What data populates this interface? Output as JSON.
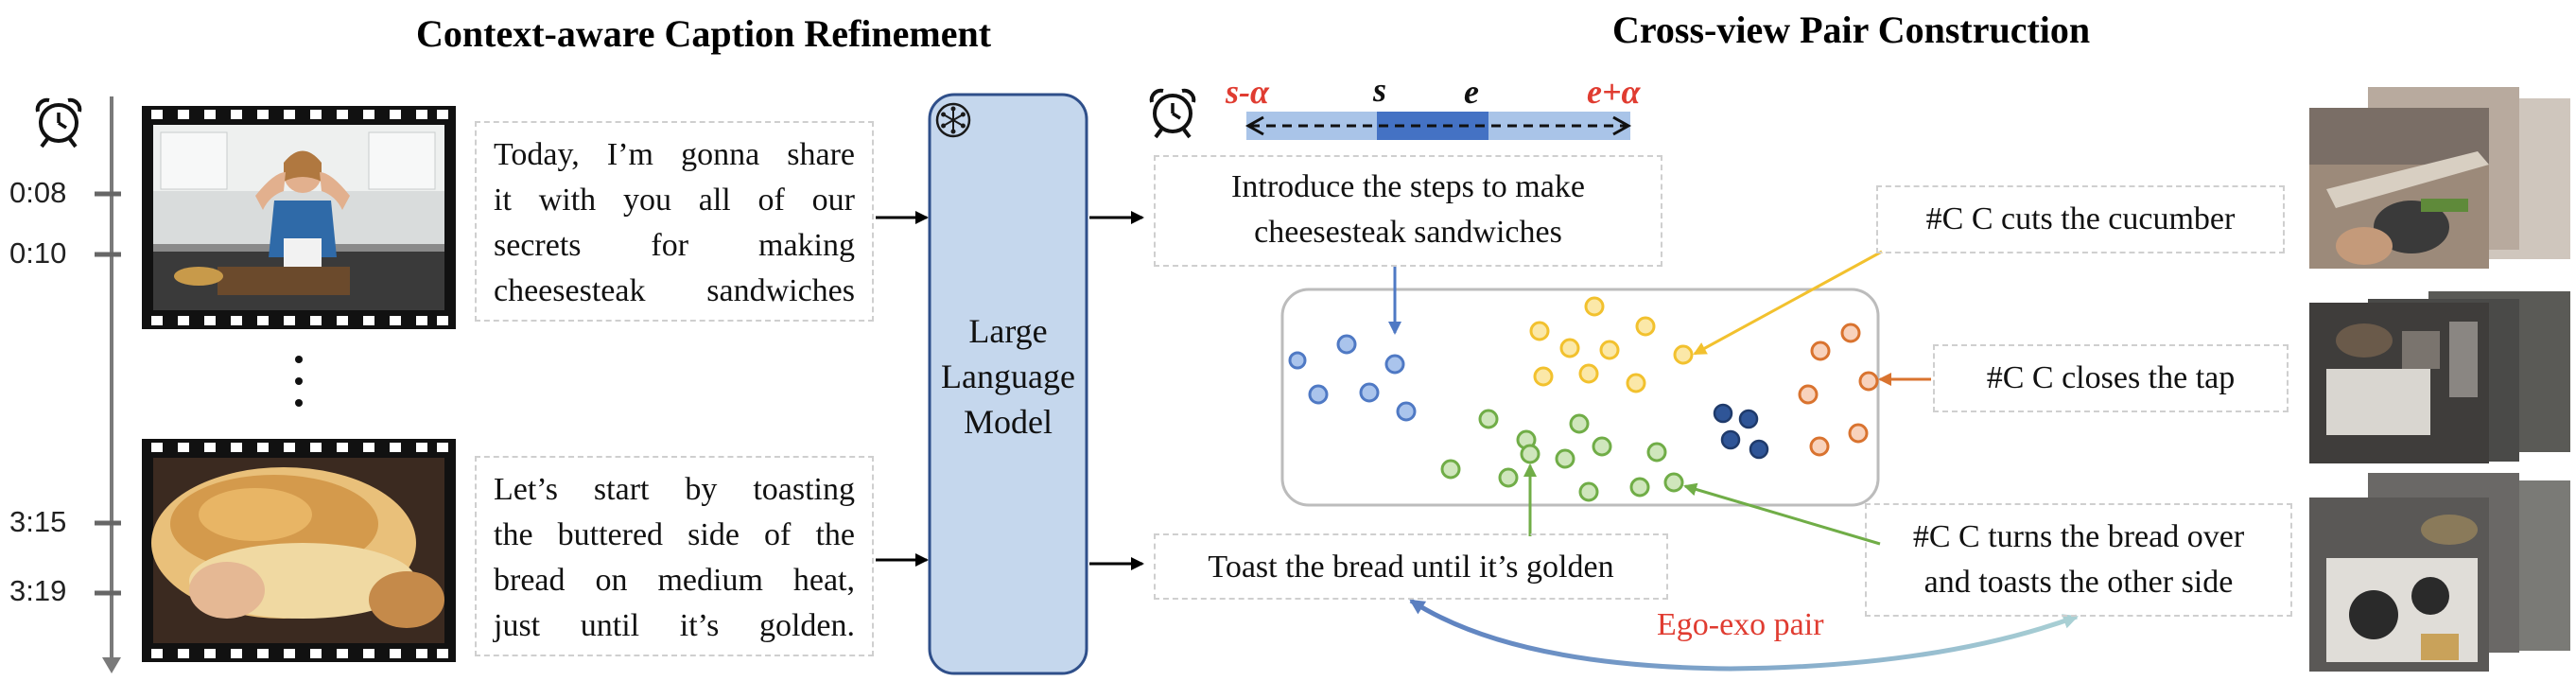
{
  "left_title": "Context-aware Caption Refinement",
  "right_title": "Cross-view Pair Construction",
  "timeline": {
    "t1": "0:08",
    "t2": "0:10",
    "t3": "3:15",
    "t4": "3:19"
  },
  "caption_top": [
    "Today, I’m gonna share",
    "it with you all of our",
    "secrets for making",
    "cheesesteak sandwiches"
  ],
  "caption_bottom": [
    "Let’s start by toasting",
    "the buttered side of the",
    "bread on medium heat,",
    "just until it’s golden."
  ],
  "llm": {
    "line1": "Large",
    "line2": "Language",
    "line3": "Model"
  },
  "window": {
    "s_minus": "s-α",
    "s": "s",
    "e": "e",
    "e_plus": "e+α"
  },
  "refined_top": [
    "Introduce the steps to make",
    "cheesesteak sandwiches"
  ],
  "refined_bottom": "Toast the bread until it’s golden",
  "ego_captions": {
    "cucumber": "#C C cuts the cucumber",
    "tap": "#C C closes the tap",
    "bread": [
      "#C C turns the bread over",
      "and toasts the other side"
    ]
  },
  "pair_label": "Ego-exo pair",
  "colors": {
    "blue": "#4f79c4",
    "yellow": "#f2c12e",
    "orange": "#d9732f",
    "green": "#70ad47",
    "navy": "#2f5597",
    "llm_fill": "#c5d7ed",
    "llm_border": "#2f4f8a",
    "red": "#e03c31"
  },
  "icons": [
    "alarm-clock-icon",
    "snowflake-icon",
    "film-strip"
  ]
}
